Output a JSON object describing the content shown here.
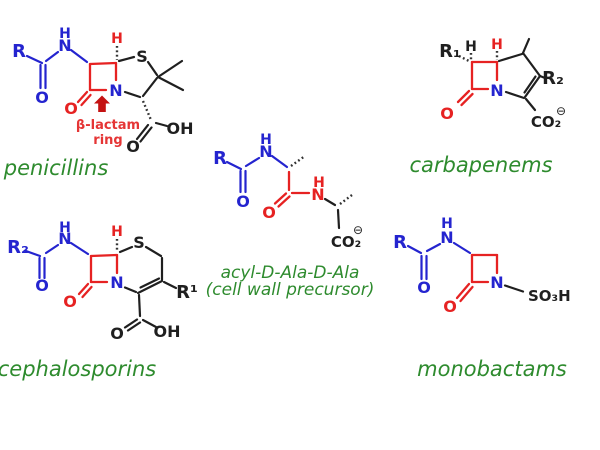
{
  "colors": {
    "amide_blue": "#2424cf",
    "lactam_red": "#e62222",
    "bond_black": "#1f1f1f",
    "hash_gray": "#333333",
    "label_green": "#2e8b2e",
    "annotation_red": "#e53535",
    "arrow_red": "#c41212"
  },
  "penicillin": {
    "label": "penicillins",
    "R": "R",
    "amide_H": "H",
    "amide_N": "N",
    "amide_O": "O",
    "ring_H": "H",
    "S": "S",
    "ring_N": "N",
    "lactam_O": "O",
    "acid_O": "O",
    "acid_OH": "OH",
    "annotation_line1": "β-lactam",
    "annotation_line2": "ring"
  },
  "carbapenem": {
    "label": "carbapenems",
    "R1": "R₁",
    "C6_H": "H",
    "ring_H": "H",
    "ring_N": "N",
    "lactam_O": "O",
    "R2": "R₂",
    "carboxylate": "CO₂",
    "charge": "⊖"
  },
  "dipeptide": {
    "label_line1": "acyl-D-Ala-D-Ala",
    "label_line2": "(cell wall precursor)",
    "R": "R",
    "amide1_H": "H",
    "amide1_N": "N",
    "amide1_O": "O",
    "amide2_H": "H",
    "amide2_N": "N",
    "amide2_O": "O",
    "carboxylate": "CO₂",
    "charge": "⊖"
  },
  "cephalosporin": {
    "label": "cephalosporins",
    "R2": "R₂",
    "amide_H": "H",
    "amide_N": "N",
    "amide_O": "O",
    "ring_H": "H",
    "S": "S",
    "ring_N": "N",
    "lactam_O": "O",
    "R1": "R¹",
    "acid_O": "O",
    "acid_OH": "OH"
  },
  "monobactam": {
    "label": "monobactams",
    "R": "R",
    "amide_H": "H",
    "amide_N": "N",
    "amide_O": "O",
    "ring_N": "N",
    "lactam_O": "O",
    "sulfonate": "SO₃H"
  }
}
